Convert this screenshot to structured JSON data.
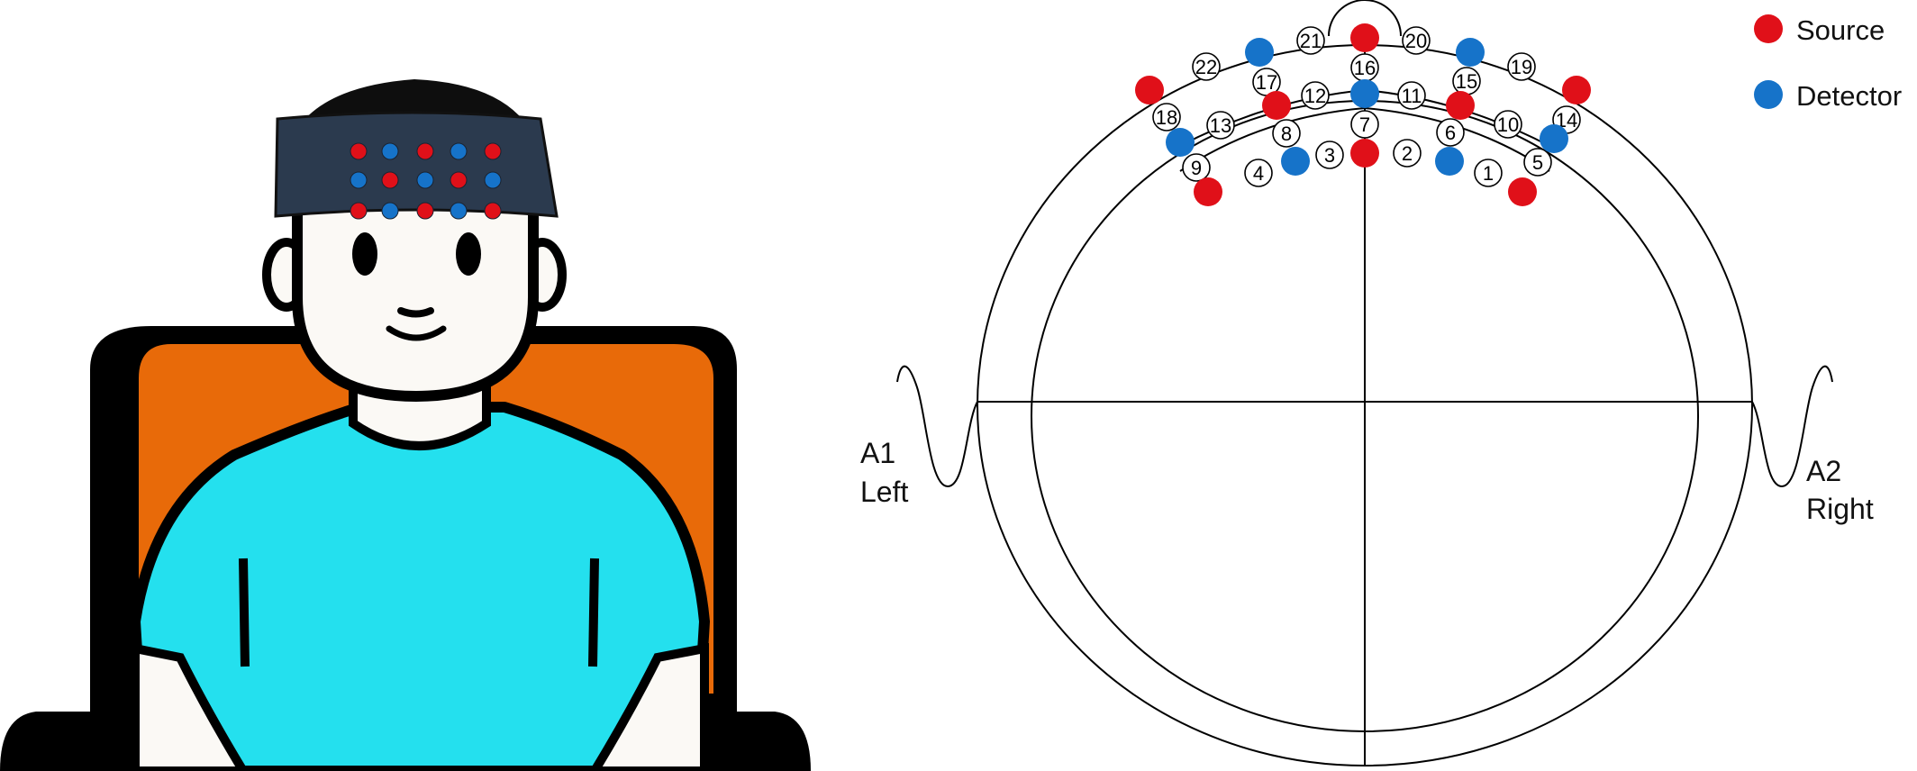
{
  "colors": {
    "source": "#e01019",
    "detector": "#1673c9",
    "cap": "#2b3a4e",
    "shirt": "#24e0ee",
    "chair": "#e86a09",
    "skin": "#fbf9f5",
    "outline": "#000000"
  },
  "legend": {
    "source_label": "Source",
    "detector_label": "Detector"
  },
  "left_ear": {
    "code": "A1",
    "side": "Left"
  },
  "right_ear": {
    "code": "A2",
    "side": "Right"
  },
  "channels": [
    "1",
    "2",
    "3",
    "4",
    "5",
    "6",
    "7",
    "8",
    "9",
    "10",
    "11",
    "12",
    "13",
    "14",
    "15",
    "16",
    "17",
    "18",
    "19",
    "20",
    "21",
    "22"
  ],
  "optodes": [
    {
      "type": "source"
    },
    {
      "type": "source"
    },
    {
      "type": "source"
    },
    {
      "type": "source"
    },
    {
      "type": "source"
    },
    {
      "type": "source"
    },
    {
      "type": "source"
    },
    {
      "type": "source"
    },
    {
      "type": "detector"
    },
    {
      "type": "detector"
    },
    {
      "type": "detector"
    },
    {
      "type": "detector"
    },
    {
      "type": "detector"
    },
    {
      "type": "detector"
    },
    {
      "type": "detector"
    }
  ],
  "cap_dot_pattern": [
    [
      "source",
      "detector",
      "source",
      "detector",
      "source"
    ],
    [
      "detector",
      "source",
      "detector",
      "source",
      "detector"
    ],
    [
      "source",
      "detector",
      "source",
      "detector",
      "source"
    ]
  ]
}
